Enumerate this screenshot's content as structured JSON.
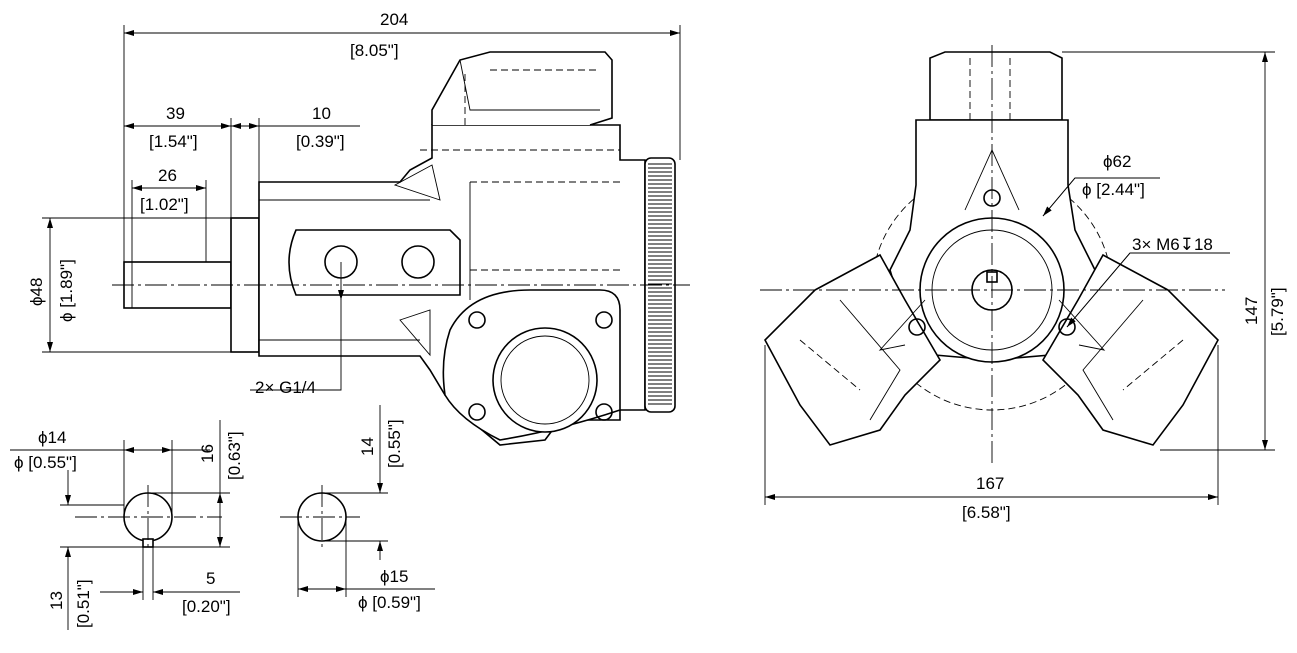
{
  "side_view": {
    "overall_length": {
      "value": "204",
      "inch": "[8.05\"]"
    },
    "shaft_offset": {
      "value": "39",
      "inch": "[1.54\"]"
    },
    "flange_thickness": {
      "value": "10",
      "inch": "[0.39\"]"
    },
    "shaft_length": {
      "value": "26",
      "inch": "[1.02\"]"
    },
    "body_diameter": {
      "value": "ϕ48",
      "inch": "ϕ [1.89\"]"
    },
    "port_callout": "2× G1/4"
  },
  "front_view": {
    "pilot_diameter": {
      "value": "ϕ62",
      "inch": "ϕ [2.44\"]"
    },
    "mount_holes": "3× M6↧18",
    "overall_width": {
      "value": "167",
      "inch": "[6.58\"]"
    },
    "overall_height": {
      "value": "147",
      "inch": "[5.79\"]"
    }
  },
  "keyed_shaft": {
    "diameter": {
      "value": "ϕ14",
      "inch": "ϕ [0.55\"]"
    },
    "key_height": {
      "value": "16",
      "inch": "[0.63\"]"
    },
    "key_width": {
      "value": "5",
      "inch": "[0.20\"]"
    },
    "shaft_height": {
      "value": "13",
      "inch": "[0.51\"]"
    }
  },
  "plain_shaft": {
    "diameter": {
      "value": "ϕ15",
      "inch": "ϕ [0.59\"]"
    },
    "height": {
      "value": "14",
      "inch": "[0.55\"]"
    }
  }
}
